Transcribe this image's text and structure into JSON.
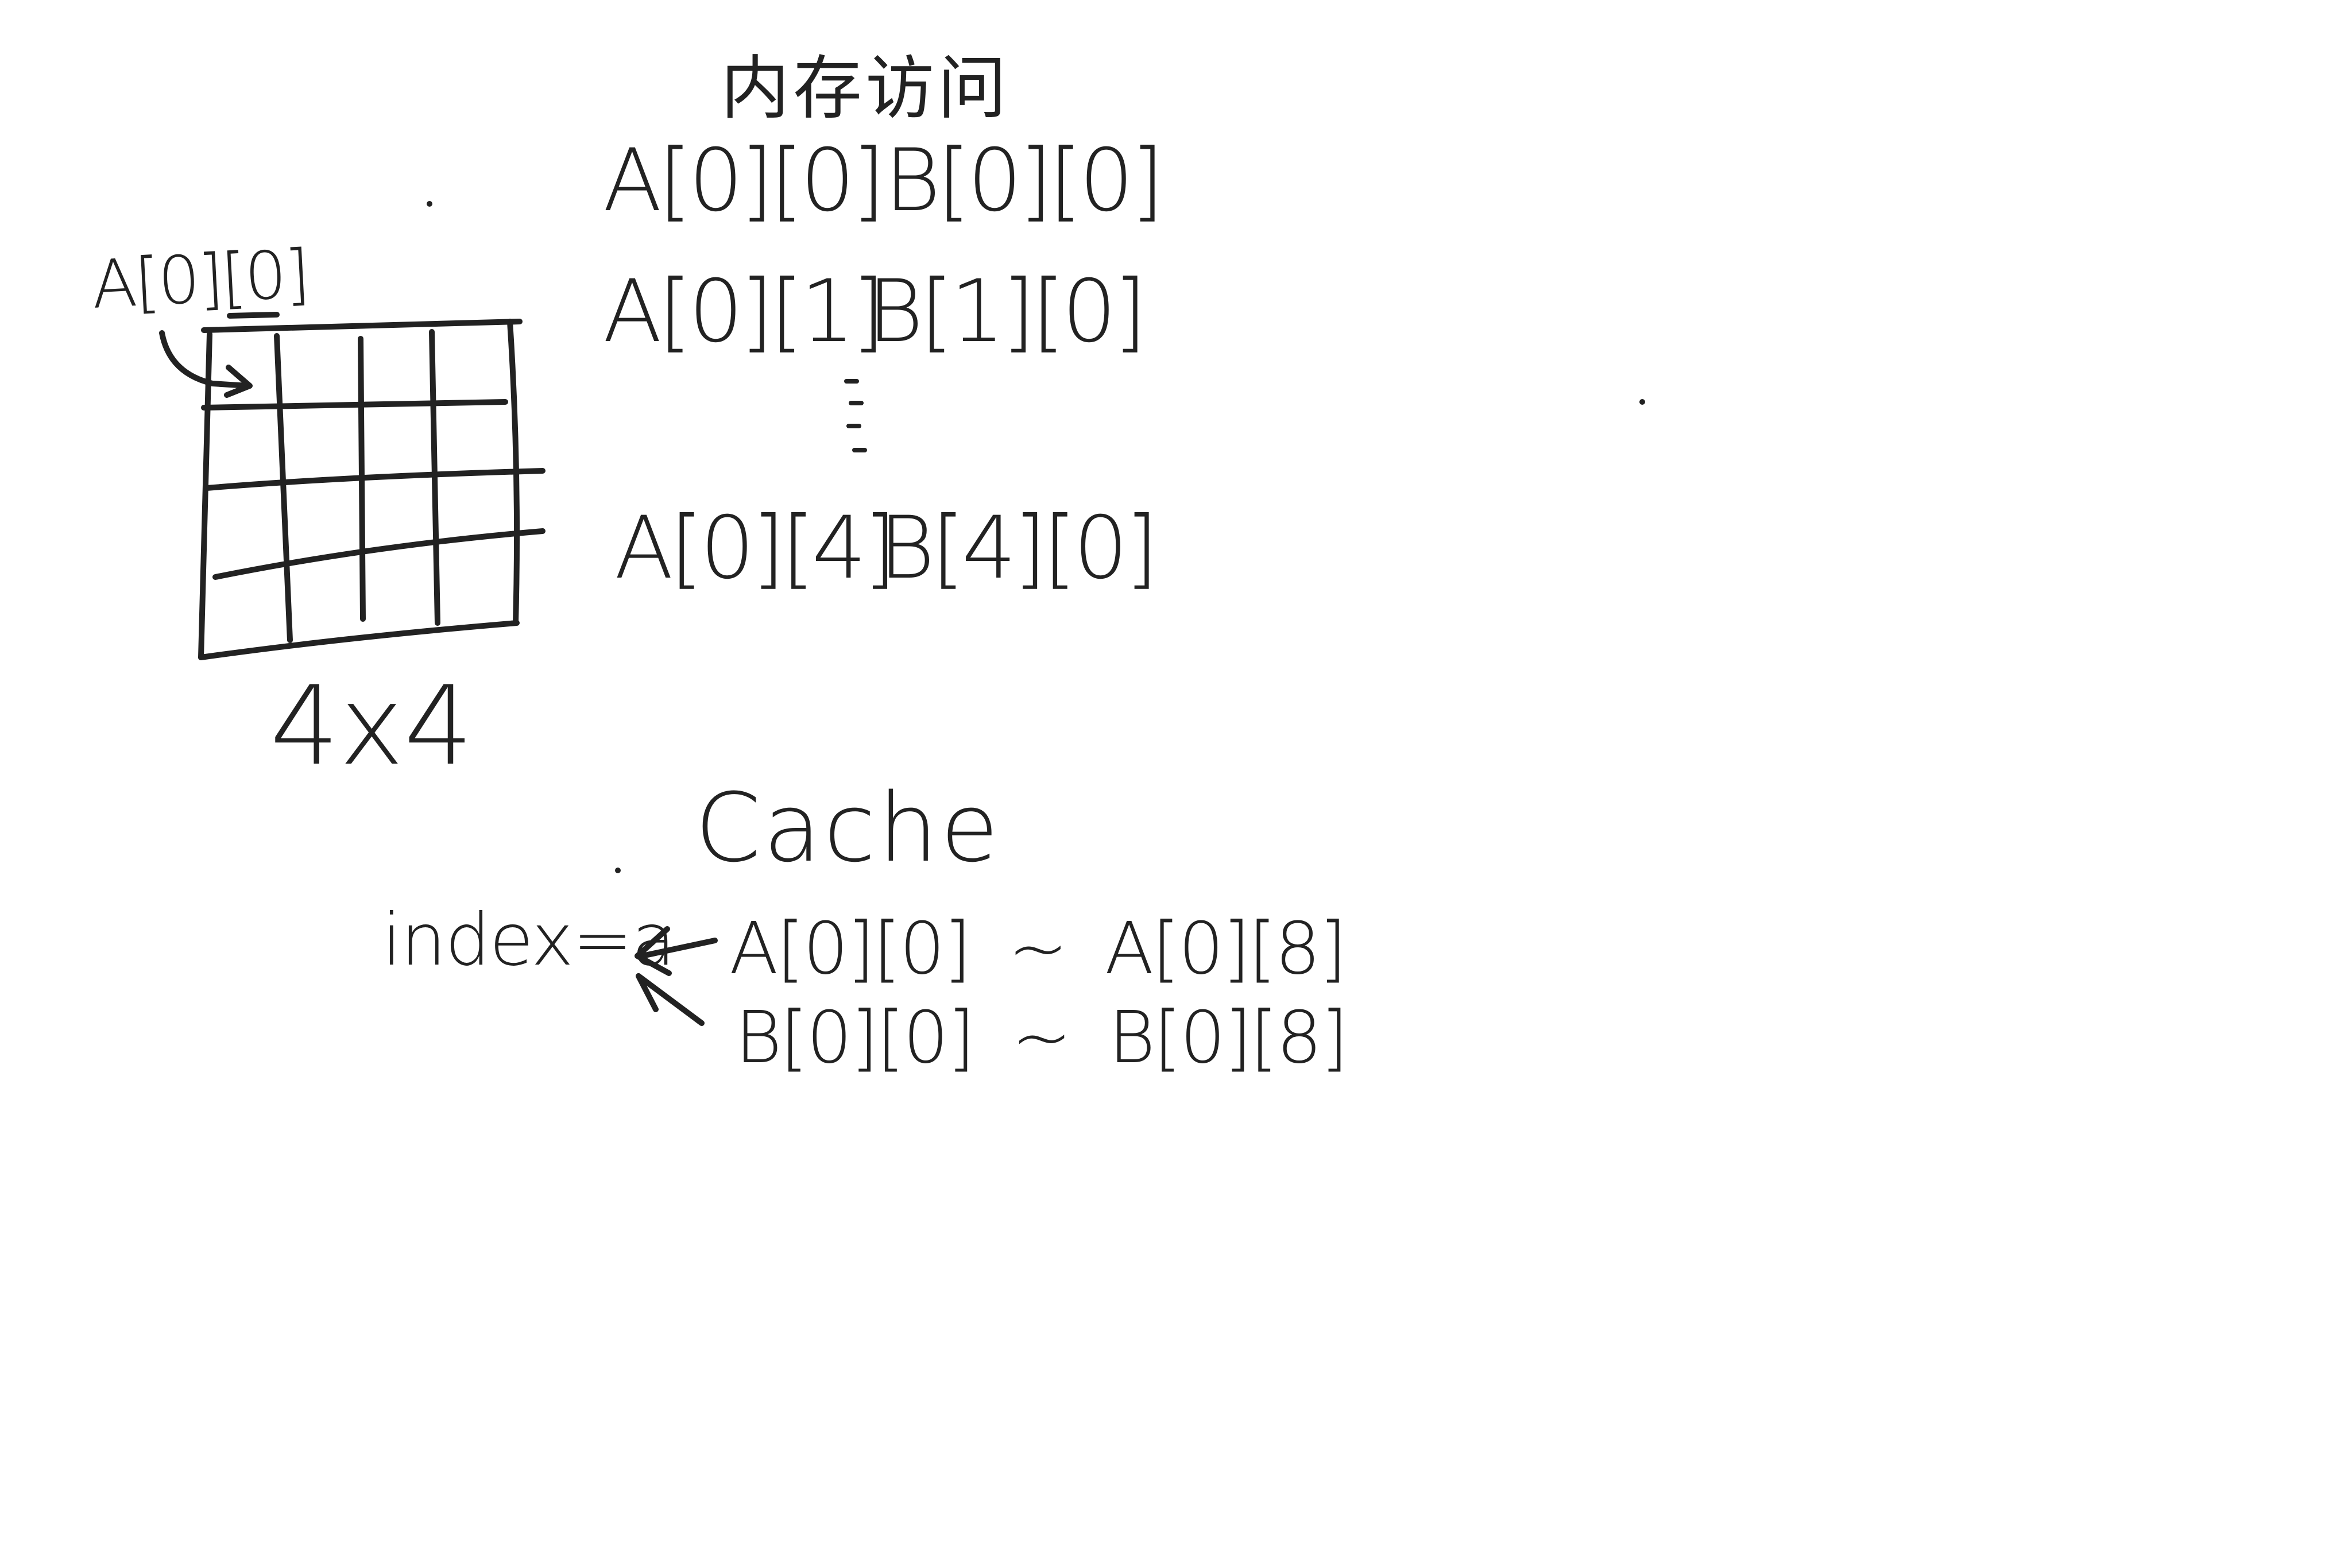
{
  "title": "内存访问",
  "grid": {
    "start_label": "A[0][0]",
    "size_label": "4x4",
    "rows": 4,
    "cols": 4
  },
  "access_sequence": [
    {
      "a": "A[0][0]",
      "b": "B[0][0]"
    },
    {
      "a": "A[0][1]",
      "b": "B[1][0]"
    },
    {
      "a": "A[0][4]",
      "b": "B[4][0]"
    }
  ],
  "ellipsis": "⋮",
  "cache": {
    "title": "Cache",
    "index_label": "index=a",
    "lines": [
      {
        "from": "A[0][0]",
        "sep": "~",
        "to": "A[0][8]"
      },
      {
        "from": "B[0][0]",
        "sep": "~",
        "to": "B[0][8]"
      }
    ]
  }
}
